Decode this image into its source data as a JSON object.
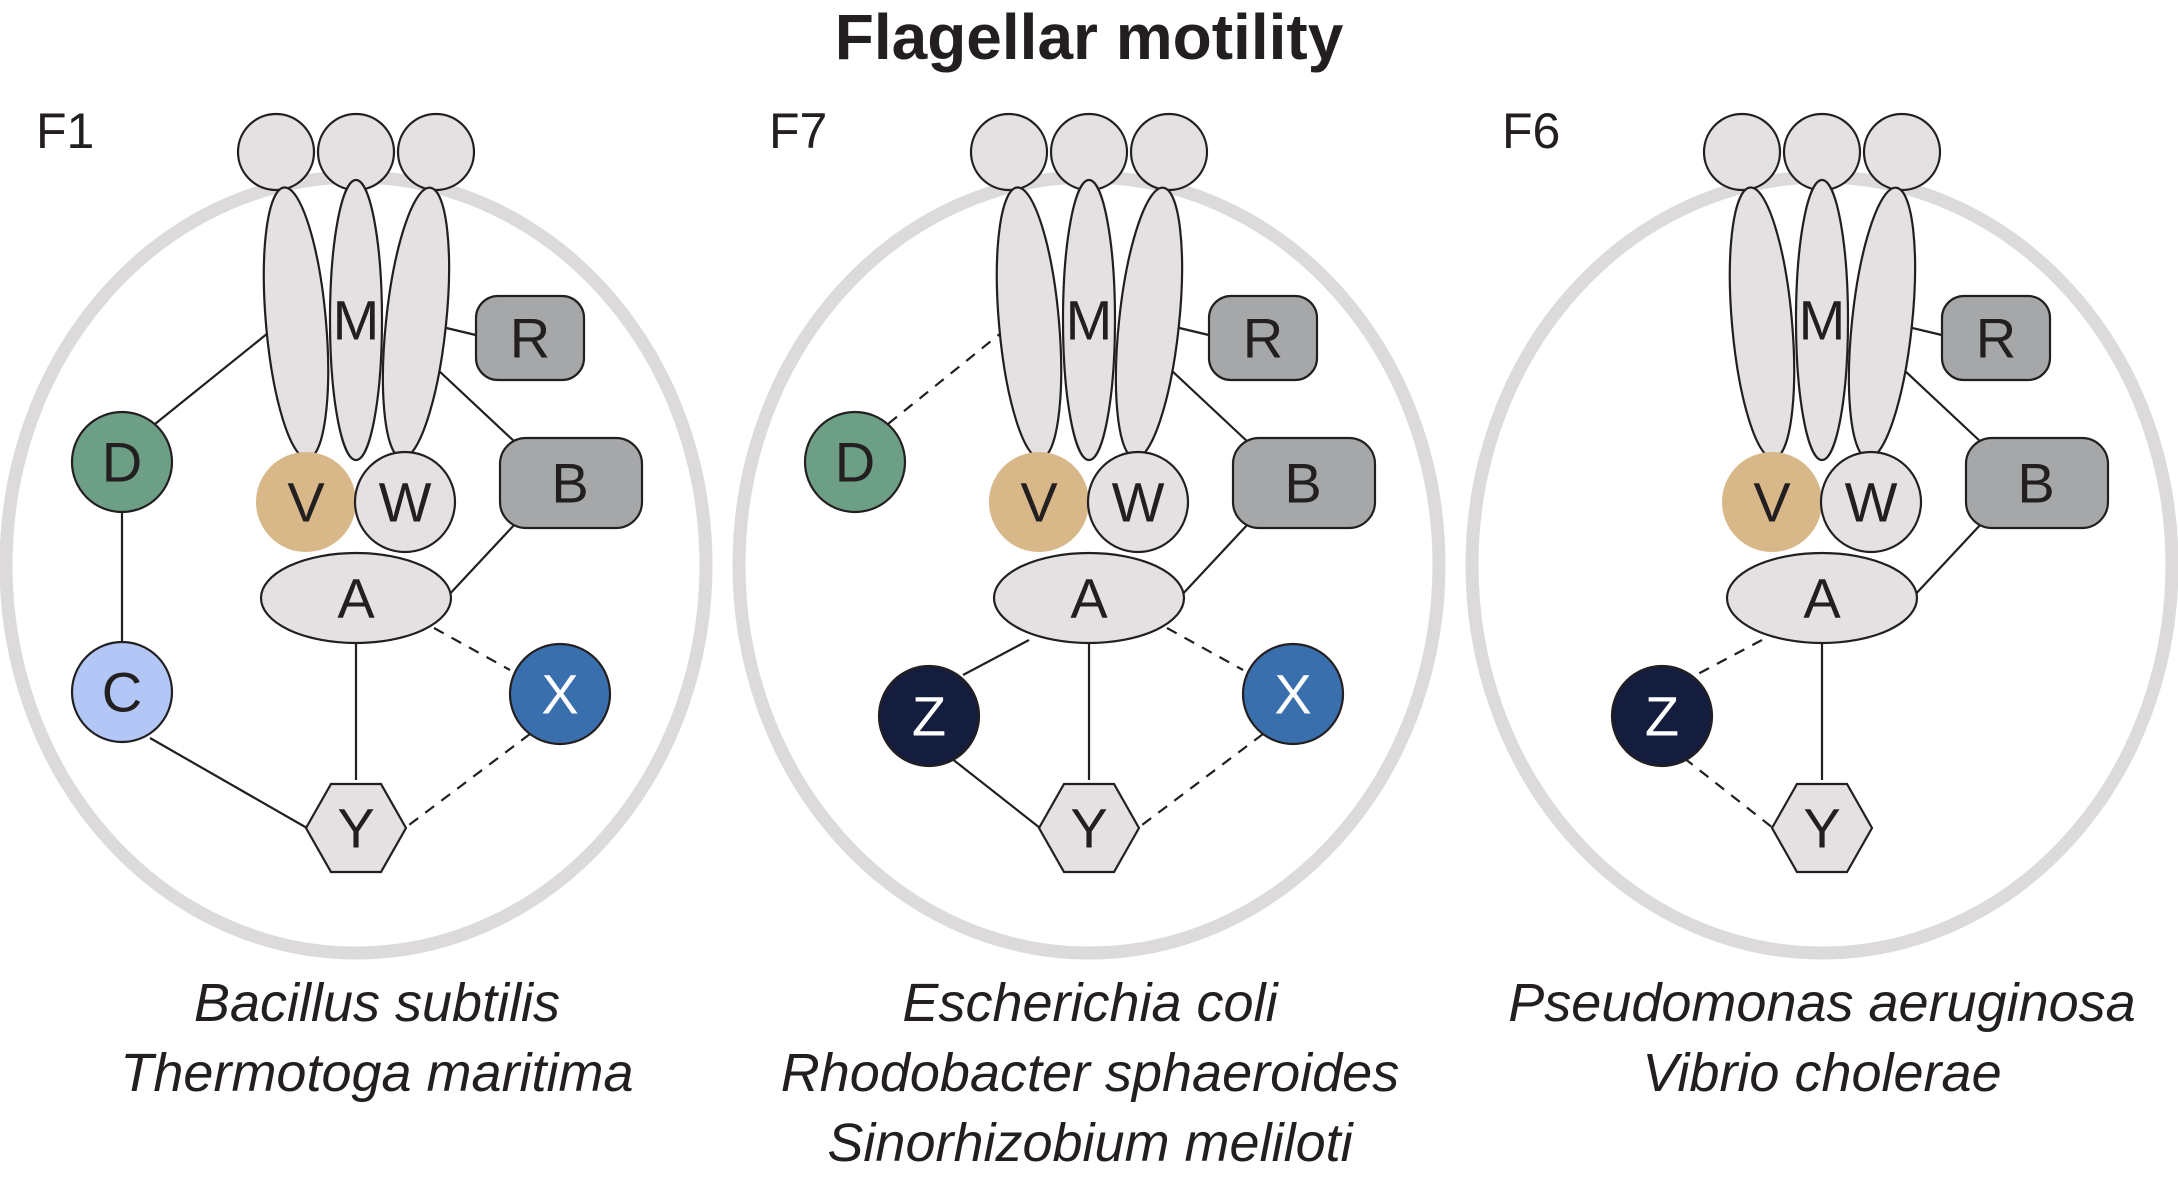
{
  "title": "Flagellar motility",
  "colors": {
    "membrane": "#dcdadb",
    "light_gray": "#e3e1e2",
    "dark_gray": "#a6a7a9",
    "D": "#6d9f86",
    "C": "#b2c7f5",
    "X": "#3a6fae",
    "Z": "#141d3e",
    "V": "#d8b889",
    "stroke": "#231f20"
  },
  "panels": [
    {
      "label": "F1",
      "species": [
        "Bacillus subtilis",
        "Thermotoga maritima"
      ],
      "components": {
        "M": "M",
        "R": "R",
        "B": "B",
        "V": "V",
        "W": "W",
        "A": "A",
        "Y": "Y",
        "D": "D",
        "C": "C",
        "X": "X"
      },
      "edges": [
        {
          "from": "M",
          "to": "R",
          "style": "solid"
        },
        {
          "from": "M",
          "to": "B",
          "style": "solid"
        },
        {
          "from": "M",
          "to": "D",
          "style": "solid"
        },
        {
          "from": "D",
          "to": "C",
          "style": "solid"
        },
        {
          "from": "C",
          "to": "Y",
          "style": "solid"
        },
        {
          "from": "A",
          "to": "Y",
          "style": "solid"
        },
        {
          "from": "A",
          "to": "B",
          "style": "solid"
        },
        {
          "from": "A",
          "to": "X",
          "style": "dashed"
        },
        {
          "from": "X",
          "to": "Y",
          "style": "dashed"
        }
      ]
    },
    {
      "label": "F7",
      "species": [
        "Escherichia coli",
        "Rhodobacter sphaeroides",
        "Sinorhizobium meliloti"
      ],
      "components": {
        "M": "M",
        "R": "R",
        "B": "B",
        "V": "V",
        "W": "W",
        "A": "A",
        "Y": "Y",
        "D": "D",
        "Z": "Z",
        "X": "X"
      },
      "edges": [
        {
          "from": "M",
          "to": "R",
          "style": "solid"
        },
        {
          "from": "M",
          "to": "B",
          "style": "solid"
        },
        {
          "from": "M",
          "to": "D",
          "style": "dashed"
        },
        {
          "from": "A",
          "to": "Z",
          "style": "solid"
        },
        {
          "from": "Z",
          "to": "Y",
          "style": "solid"
        },
        {
          "from": "A",
          "to": "Y",
          "style": "solid"
        },
        {
          "from": "A",
          "to": "B",
          "style": "solid"
        },
        {
          "from": "A",
          "to": "X",
          "style": "dashed"
        },
        {
          "from": "X",
          "to": "Y",
          "style": "dashed"
        }
      ]
    },
    {
      "label": "F6",
      "species": [
        "Pseudomonas aeruginosa",
        "Vibrio cholerae"
      ],
      "components": {
        "M": "M",
        "R": "R",
        "B": "B",
        "V": "V",
        "W": "W",
        "A": "A",
        "Y": "Y",
        "Z": "Z"
      },
      "edges": [
        {
          "from": "M",
          "to": "R",
          "style": "solid"
        },
        {
          "from": "M",
          "to": "B",
          "style": "solid"
        },
        {
          "from": "A",
          "to": "B",
          "style": "solid"
        },
        {
          "from": "A",
          "to": "Y",
          "style": "solid"
        },
        {
          "from": "A",
          "to": "Z",
          "style": "dashed"
        },
        {
          "from": "Z",
          "to": "Y",
          "style": "dashed"
        }
      ]
    }
  ]
}
